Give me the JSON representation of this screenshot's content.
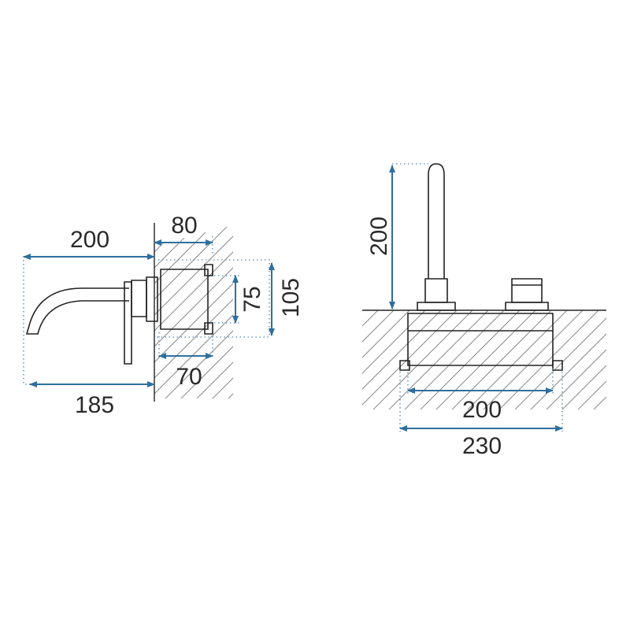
{
  "colors": {
    "dimension_line": "#2f6f9f",
    "extension_line": "#6f9bbd",
    "outline": "#222222",
    "hatch": "#8a8a8a",
    "text": "#2a2a2a"
  },
  "side_view": {
    "projection": "200",
    "wall_depth": "80",
    "body_height": "75",
    "plate_height": "105",
    "body_depth": "70",
    "spout_length": "185"
  },
  "front_view": {
    "spout_height": "200",
    "body_width": "200",
    "plate_width": "230"
  }
}
